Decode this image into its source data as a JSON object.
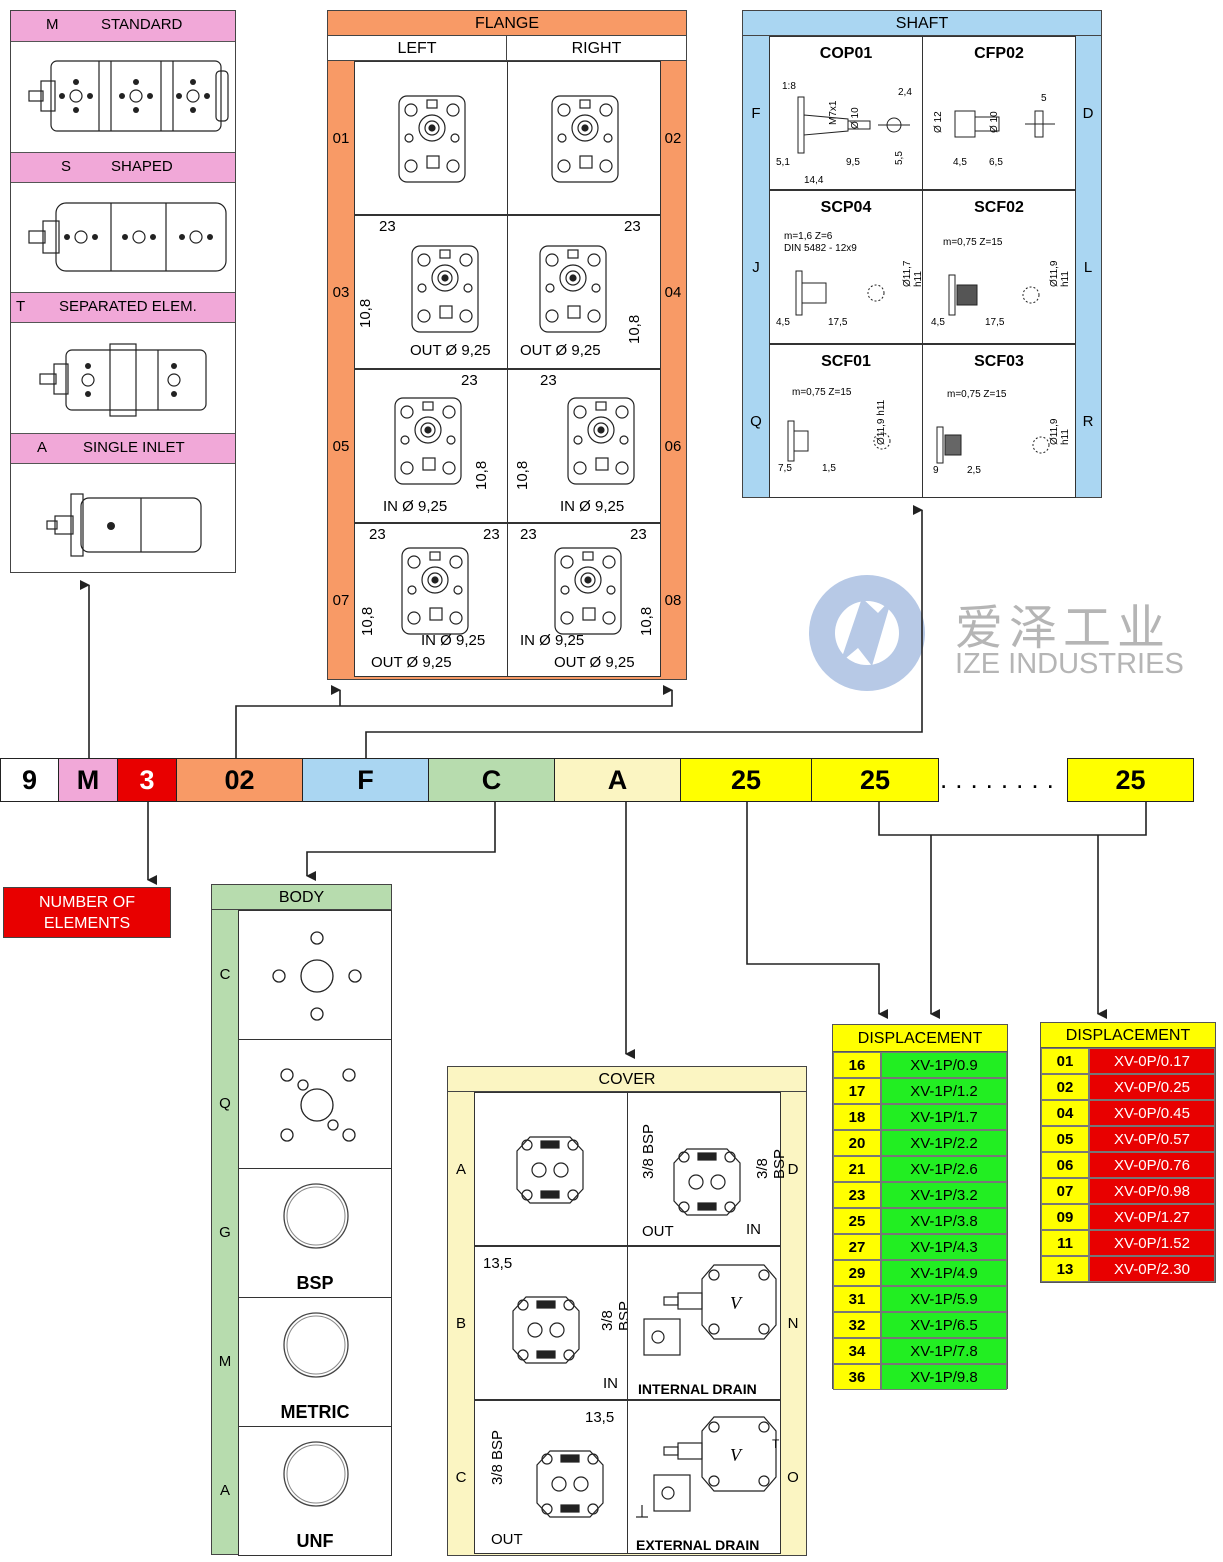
{
  "colors": {
    "pink": "#f1a8d8",
    "orange": "#f89a66",
    "blue": "#aad6f2",
    "green": "#b7dcae",
    "cream": "#fbf5c2",
    "yellow": "#ffff00",
    "red": "#e80000",
    "bright_green": "#22ee22"
  },
  "code_bar": [
    "9",
    "M",
    "3",
    "02",
    "F",
    "C",
    "A",
    "25",
    "25",
    "25"
  ],
  "code_dots": "........",
  "type": {
    "items": [
      {
        "code": "M",
        "label": "STANDARD"
      },
      {
        "code": "S",
        "label": "SHAPED"
      },
      {
        "code": "T",
        "label": "SEPARATED ELEM."
      },
      {
        "code": "A",
        "label": "SINGLE INLET"
      }
    ]
  },
  "flange": {
    "title": "FLANGE",
    "left": "LEFT",
    "right": "RIGHT",
    "left_codes": [
      "01",
      "03",
      "05",
      "07"
    ],
    "right_codes": [
      "02",
      "04",
      "06",
      "08"
    ],
    "dim_23": "23",
    "dim_108": "10,8",
    "out": "OUT Ø 9,25",
    "in": "IN Ø 9,25"
  },
  "shaft": {
    "title": "SHAFT",
    "rows": [
      {
        "left": "F",
        "right": "D",
        "a": "COP01",
        "b": "CFP02"
      },
      {
        "left": "J",
        "right": "L",
        "a": "SCP04",
        "b": "SCF02"
      },
      {
        "left": "Q",
        "right": "R",
        "a": "SCF01",
        "b": "SCF03"
      }
    ],
    "cop01": {
      "taper": "1:8",
      "thread": "M7x1",
      "d10": "Ø 10",
      "a": "2,4",
      "b": "5,5",
      "c": "5,1",
      "d": "9,5",
      "e": "14,4"
    },
    "cfp02": {
      "d12": "Ø 12",
      "d10": "Ø 10",
      "key": "5",
      "a": "4,5",
      "b": "6,5"
    },
    "scp04": {
      "spec": "m=1,6  Z=6",
      "din": "DIN 5482 - 12x9",
      "dia": "Ø11,7 h11",
      "a": "4,5",
      "b": "17,5"
    },
    "scf02": {
      "spec": "m=0,75  Z=15",
      "dia": "Ø11,9 h11",
      "a": "4,5",
      "b": "17,5"
    },
    "scf01": {
      "spec": "m=0,75  Z=15",
      "dia": "Ø11,9 h11",
      "a": "7,5",
      "b": "1,5"
    },
    "scf03": {
      "spec": "m=0,75  Z=15",
      "dia": "Ø11,9 h11",
      "a": "9",
      "b": "2,5"
    }
  },
  "logo": {
    "cn": "爱泽工业",
    "en": "IZE INDUSTRIES"
  },
  "elements": {
    "label": "NUMBER OF ELEMENTS"
  },
  "body": {
    "title": "BODY",
    "rows": [
      {
        "code": "C",
        "label": ""
      },
      {
        "code": "Q",
        "label": ""
      },
      {
        "code": "G",
        "label": "BSP"
      },
      {
        "code": "M",
        "label": "METRIC"
      },
      {
        "code": "A",
        "label": "UNF"
      }
    ]
  },
  "cover": {
    "title": "COVER",
    "left_codes": [
      "A",
      "B",
      "C"
    ],
    "right_codes": [
      "D",
      "N",
      "O"
    ],
    "bsp": "3/8 BSP",
    "out": "OUT",
    "in": "IN",
    "dim135": "13,5",
    "t": "T",
    "internal": "INTERNAL DRAIN",
    "external": "EXTERNAL DRAIN"
  },
  "disp1": {
    "title": "DISPLACEMENT",
    "rows": [
      {
        "code": "16",
        "val": "XV-1P/0.9"
      },
      {
        "code": "17",
        "val": "XV-1P/1.2"
      },
      {
        "code": "18",
        "val": "XV-1P/1.7"
      },
      {
        "code": "20",
        "val": "XV-1P/2.2"
      },
      {
        "code": "21",
        "val": "XV-1P/2.6"
      },
      {
        "code": "23",
        "val": "XV-1P/3.2"
      },
      {
        "code": "25",
        "val": "XV-1P/3.8"
      },
      {
        "code": "27",
        "val": "XV-1P/4.3"
      },
      {
        "code": "29",
        "val": "XV-1P/4.9"
      },
      {
        "code": "31",
        "val": "XV-1P/5.9"
      },
      {
        "code": "32",
        "val": "XV-1P/6.5"
      },
      {
        "code": "34",
        "val": "XV-1P/7.8"
      },
      {
        "code": "36",
        "val": "XV-1P/9.8"
      }
    ]
  },
  "disp2": {
    "title": "DISPLACEMENT",
    "rows": [
      {
        "code": "01",
        "val": "XV-0P/0.17"
      },
      {
        "code": "02",
        "val": "XV-0P/0.25"
      },
      {
        "code": "04",
        "val": "XV-0P/0.45"
      },
      {
        "code": "05",
        "val": "XV-0P/0.57"
      },
      {
        "code": "06",
        "val": "XV-0P/0.76"
      },
      {
        "code": "07",
        "val": "XV-0P/0.98"
      },
      {
        "code": "09",
        "val": "XV-0P/1.27"
      },
      {
        "code": "11",
        "val": "XV-0P/1.52"
      },
      {
        "code": "13",
        "val": "XV-0P/2.30"
      }
    ]
  }
}
